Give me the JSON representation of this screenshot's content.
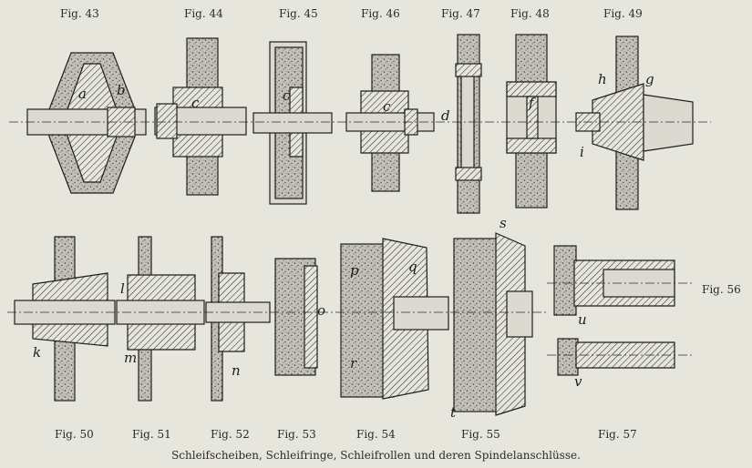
{
  "figures_top": [
    "Fig. 43",
    "Fig. 44",
    "Fig. 45",
    "Fig. 46",
    "Fig. 47",
    "Fig. 48",
    "Fig. 49"
  ],
  "figures_bottom": [
    "Fig. 50",
    "Fig. 51",
    "Fig. 52",
    "Fig. 53",
    "Fig. 54",
    "Fig. 55",
    "Fig. 57"
  ],
  "figure_side": "Fig. 56",
  "part_letters": [
    "a",
    "b",
    "c",
    "c",
    "c",
    "d",
    "f",
    "h",
    "g",
    "i",
    "k",
    "l",
    "m",
    "n",
    "o",
    "p",
    "q",
    "r",
    "s",
    "t",
    "u",
    "v"
  ],
  "caption": "Schleifscheiben, Schleifringe, Schleifrollen und deren Spindelanschlüsse.",
  "colors": {
    "paper": "#e7e6dd",
    "ink": "#1e1e1c",
    "stone": "#b9b7ad"
  }
}
